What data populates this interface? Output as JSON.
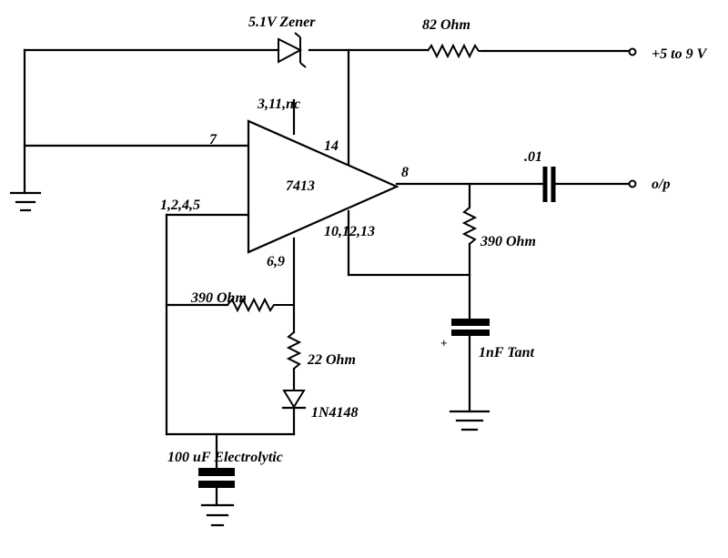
{
  "labels": {
    "zener": "5.1V Zener",
    "r82": "82 Ohm",
    "supply": "+5 to 9 V",
    "pins_top": "3,11,nc",
    "pin7": "7",
    "pin14": "14",
    "ic": "7413",
    "pin8": "8",
    "cap01": ".01",
    "output": "o/p",
    "pins_left": "1,2,4,5",
    "pins_gnd": "10,12,13",
    "pins_69": "6,9",
    "r390_right": "390 Ohm",
    "r390_left": "390 Ohm",
    "r22": "22 Ohm",
    "diode": "1N4148",
    "cap_tant": "1nF Tant",
    "cap_elec": "100 uF Electrolytic",
    "plus_sign": "+"
  }
}
